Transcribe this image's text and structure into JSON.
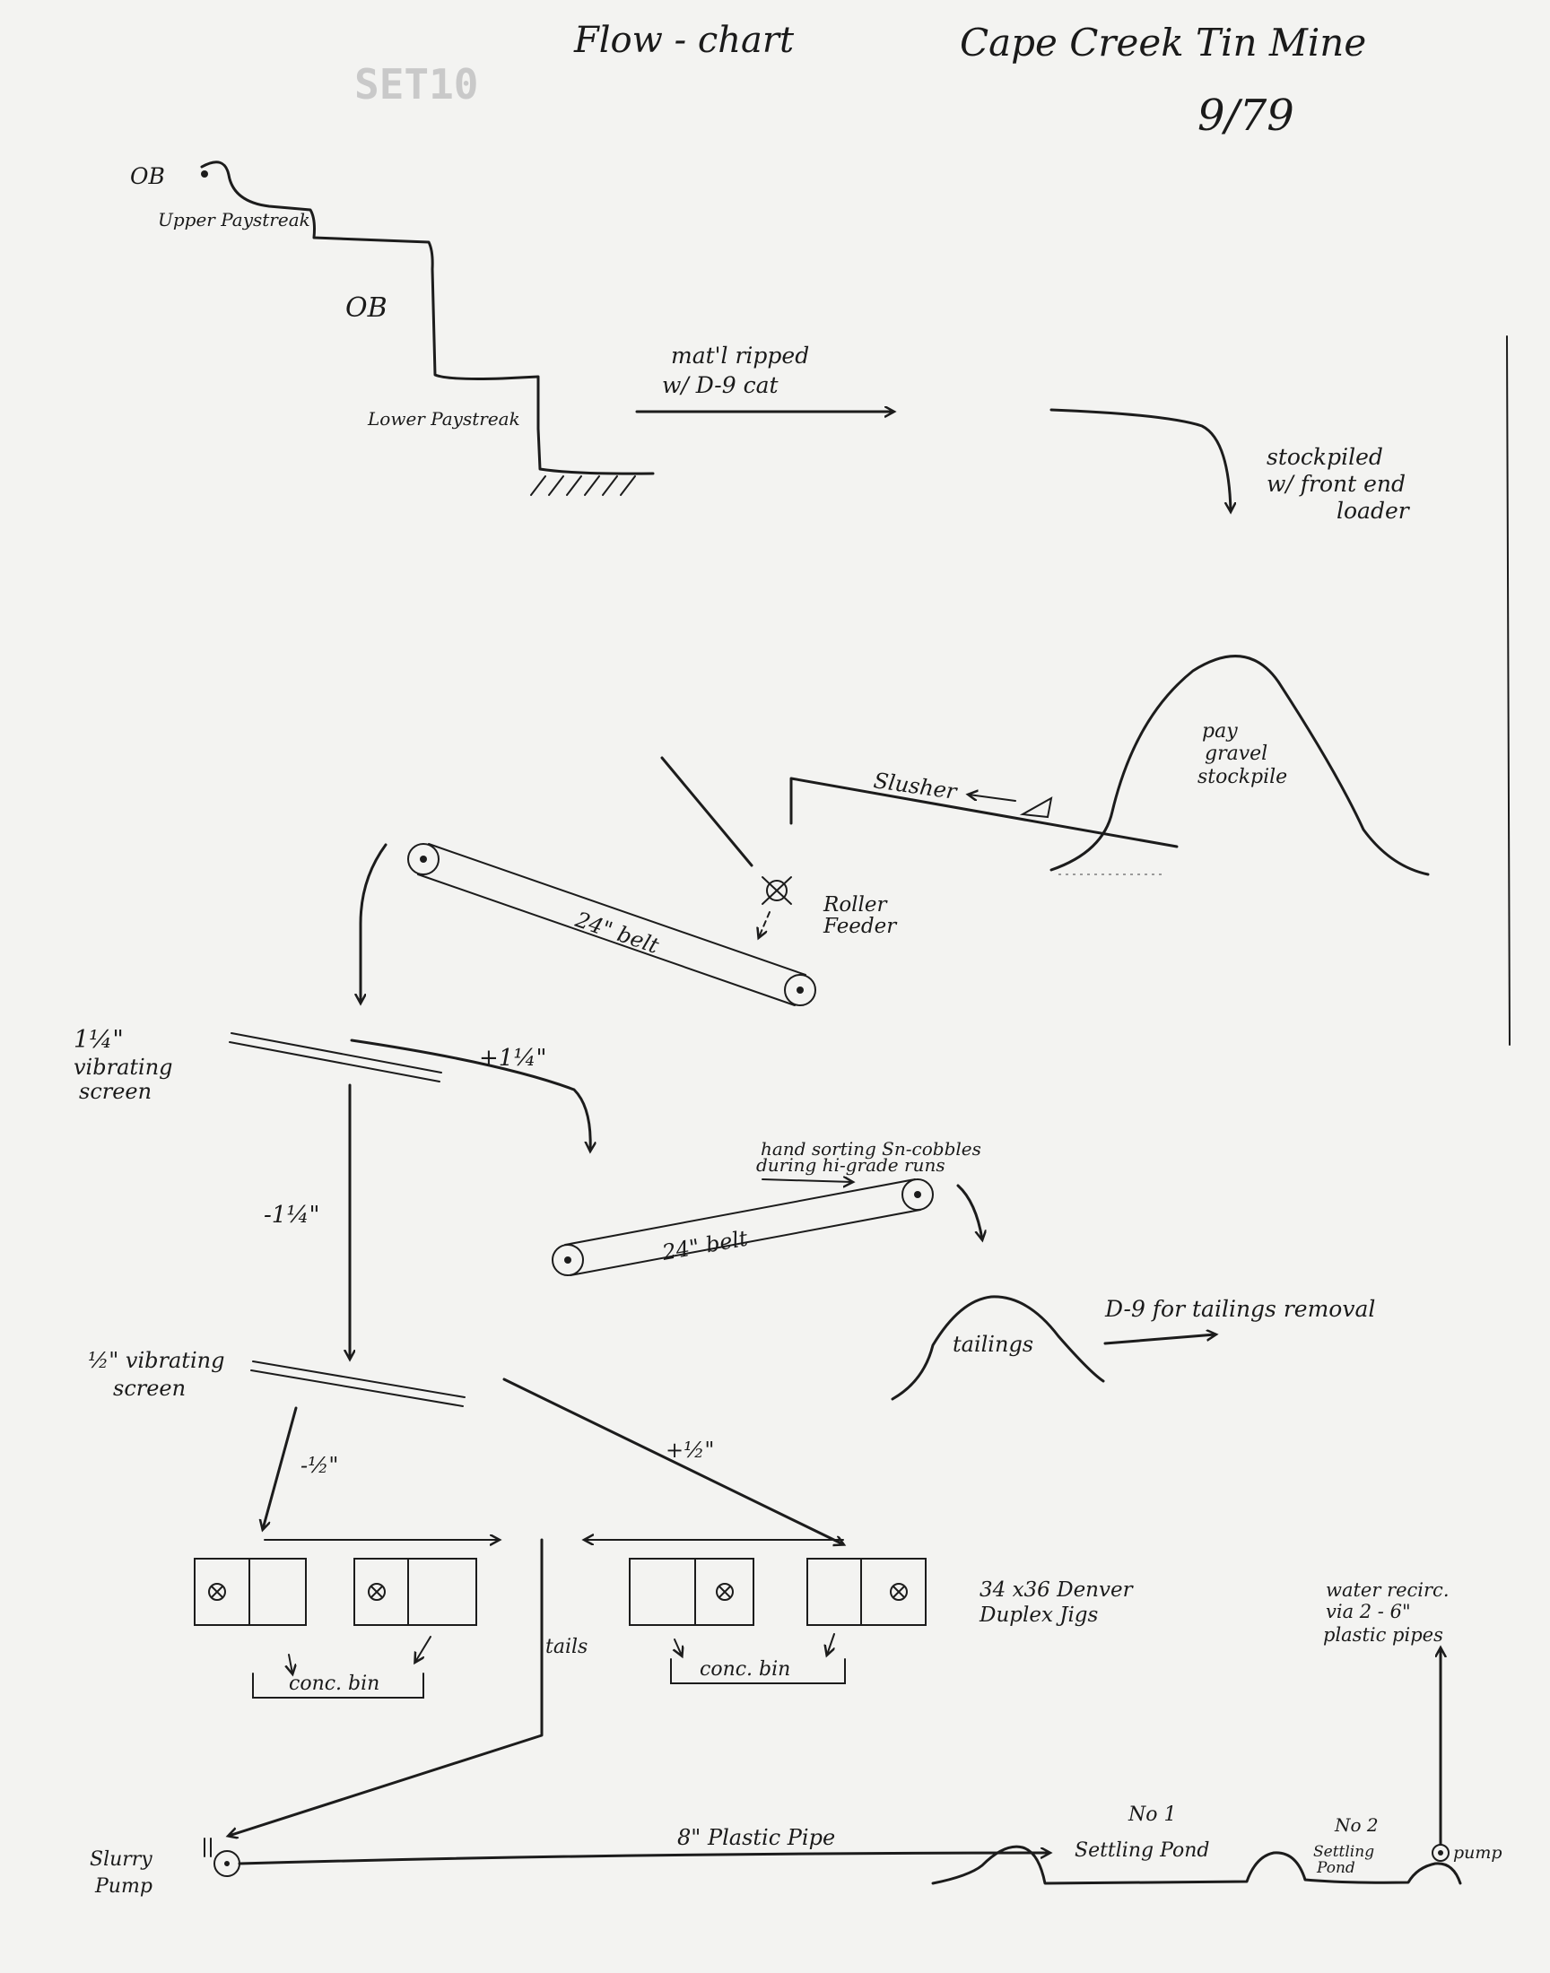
{
  "header": {
    "title": "Flow - chart",
    "mine": "Cape Creek Tin Mine",
    "date": "9/79",
    "stamp": "SET10"
  },
  "pit": {
    "ob_top": "OB",
    "upper_paystreak": "Upper Paystreak",
    "ob_mid": "OB",
    "lower_paystreak": "Lower Paystreak"
  },
  "steps": {
    "ripped_line1": "mat'l ripped",
    "ripped_line2": "w/ D-9 cat",
    "stockpiled_line1": "stockpiled",
    "stockpiled_line2": "w/ front end",
    "stockpiled_line3": "loader",
    "stockpile_line1": "pay",
    "stockpile_line2": "gravel",
    "stockpile_line3": "stockpile",
    "slusher": "Slusher",
    "roller_feeder_line1": "Roller",
    "roller_feeder_line2": "Feeder",
    "belt1": "24\" belt",
    "screen1_line1": "1¼\"",
    "screen1_line2": "vibrating",
    "screen1_line3": "screen",
    "plus_1_1_4": "+1¼\"",
    "minus_1_1_4": "-1¼\"",
    "hand_sorting_line1": "hand sorting  Sn-cobbles",
    "hand_sorting_line2": "during hi-grade runs",
    "belt2": "24\" belt",
    "tailings": "tailings",
    "tailings_removal": "D-9 for tailings removal",
    "screen2_line1": "½\" vibrating",
    "screen2_line2": "screen",
    "minus_1_2": "-½\"",
    "plus_1_2": "+½\"",
    "jigs_line1": "34 x36  Denver",
    "jigs_line2": "Duplex  Jigs",
    "conc_bin_left": "conc. bin",
    "conc_bin_right": "conc. bin",
    "tails": "tails",
    "slurry_pump_line1": "Slurry",
    "slurry_pump_line2": "Pump",
    "plastic_pipe": "8\" Plastic Pipe",
    "pond1_line1": "No 1",
    "pond1_line2": "Settling  Pond",
    "pond2_line1": "No 2",
    "pond2_line2": "Settling",
    "pond2_line3": "Pond",
    "pump": "pump",
    "recirc_line1": "water recirc.",
    "recirc_line2": "via  2 - 6\"",
    "recirc_line3": "plastic  pipes"
  }
}
